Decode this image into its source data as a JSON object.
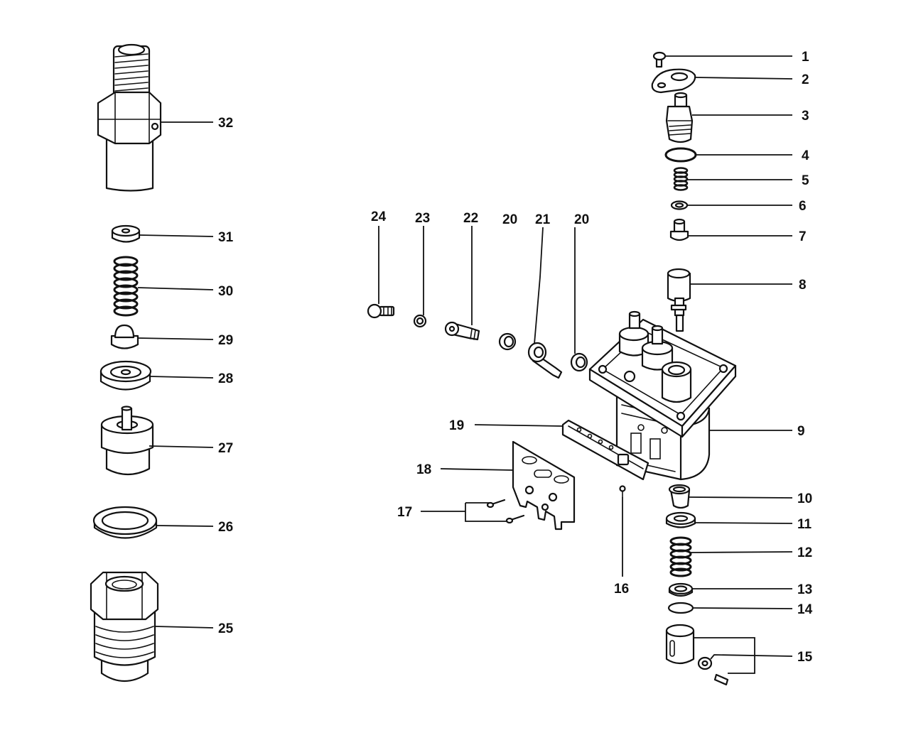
{
  "callouts": {
    "c1": "1",
    "c2": "2",
    "c3": "3",
    "c4": "4",
    "c5": "5",
    "c6": "6",
    "c7": "7",
    "c8": "8",
    "c9": "9",
    "c10": "10",
    "c11": "11",
    "c12": "12",
    "c13": "13",
    "c14": "14",
    "c15": "15",
    "c16": "16",
    "c17": "17",
    "c18": "18",
    "c19": "19",
    "c20a": "20",
    "c20b": "20",
    "c21": "21",
    "c22": "22",
    "c23": "23",
    "c24": "24",
    "c25": "25",
    "c26": "26",
    "c27": "27",
    "c28": "28",
    "c29": "29",
    "c30": "30",
    "c31": "31",
    "c32": "32"
  },
  "colors": {
    "ink": "#111111",
    "paper": "#ffffff"
  }
}
